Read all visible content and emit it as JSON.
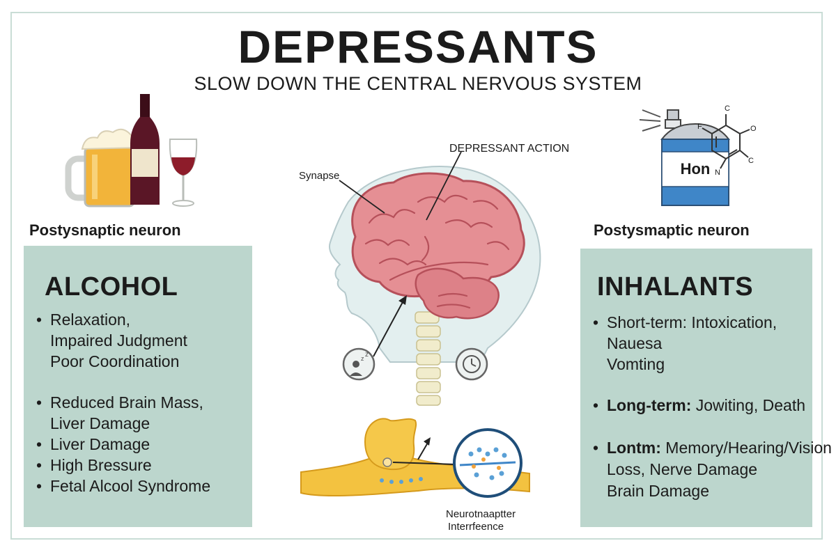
{
  "header": {
    "title": "DEPRESSANTS",
    "subtitle": "SLOW DOWN THE CENTRAL NERVOUS SYSTEM"
  },
  "labels": {
    "left_neuron": "Postysnaptic neuron",
    "right_neuron": "Postysmaptic neuron",
    "synapse": "Synapse",
    "depressant_action": "DEPRESSANT ACTION",
    "nt_line1": "Neurotnaaptter",
    "nt_line2": "Interrfeence",
    "can_label": "Hon",
    "chem_c1": "C",
    "chem_f": "F",
    "chem_o": "O",
    "chem_c2": "C",
    "chem_n": "N"
  },
  "alcohol": {
    "title": "ALCOHOL",
    "b1": "Relaxation,",
    "b1_l2": "Impaired Judgment",
    "b1_l3": "Poor Coordination",
    "b2": "Reduced Brain Mass,",
    "b2_l2": "Liver Damage",
    "b3": "Liver Damage",
    "b4": "High Bressure",
    "b5": "Fetal Alcool Syndrome"
  },
  "inhalants": {
    "b1": "Short-term: Intoxication,",
    "b1_l2": "Nauesa",
    "b1_l3": "Vomting",
    "b2_lead": "Long-term:",
    "b2_rest": " Jowiting, Death",
    "b3_lead": "Lontm:",
    "b3_rest": " Memory/Hearing/Vision",
    "b3_l2": "Loss, Nerve Damage",
    "b3_l3": "Brain Damage",
    "title": "INHALANTS"
  },
  "bullet_symbol": "•",
  "colors": {
    "panel": "#bcd6cd",
    "frame": "#c9ddd6",
    "brain": "#e58f94",
    "can_blue": "#3f86c8",
    "wine": "#5a1626",
    "beer": "#f2b43a",
    "prohibit": "#d6403a"
  },
  "icons": [
    "beer-mug-icon",
    "wine-bottle-icon",
    "wine-glass-icon",
    "spray-can-icon",
    "chemical-structure-icon",
    "sleep-icon",
    "clock-icon",
    "no-drinking-pregnant-icon",
    "sparkle-icon"
  ]
}
